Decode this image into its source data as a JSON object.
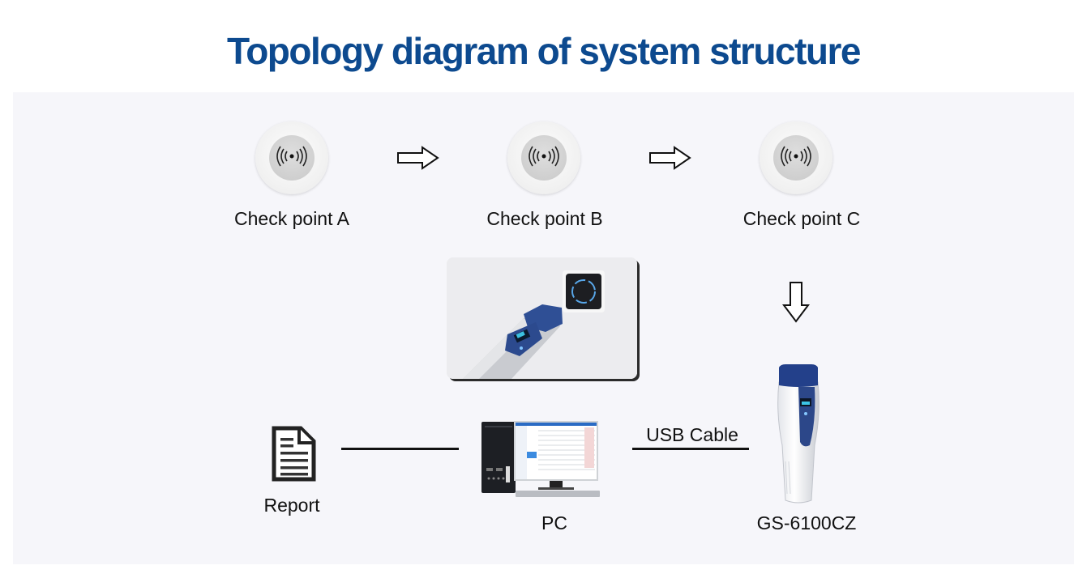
{
  "title": "Topology diagram of system structure",
  "checkpoints": [
    {
      "label": "Check point A",
      "icon": "rfid-checkpoint-icon"
    },
    {
      "label": "Check point B",
      "icon": "rfid-checkpoint-icon"
    },
    {
      "label": "Check point C",
      "icon": "rfid-checkpoint-icon"
    }
  ],
  "nodes": {
    "report": {
      "label": "Report",
      "icon": "document-icon"
    },
    "pc": {
      "label": "PC",
      "icon": "desktop-computer-icon"
    },
    "device": {
      "label": "GS-6100CZ",
      "icon": "handheld-patrol-reader-icon"
    }
  },
  "connections": {
    "pc_device": {
      "label": "USB Cable"
    }
  },
  "colors": {
    "title": "#0d4a8f",
    "panel_bg": "#f6f6fa",
    "device_blue": "#23408a"
  }
}
